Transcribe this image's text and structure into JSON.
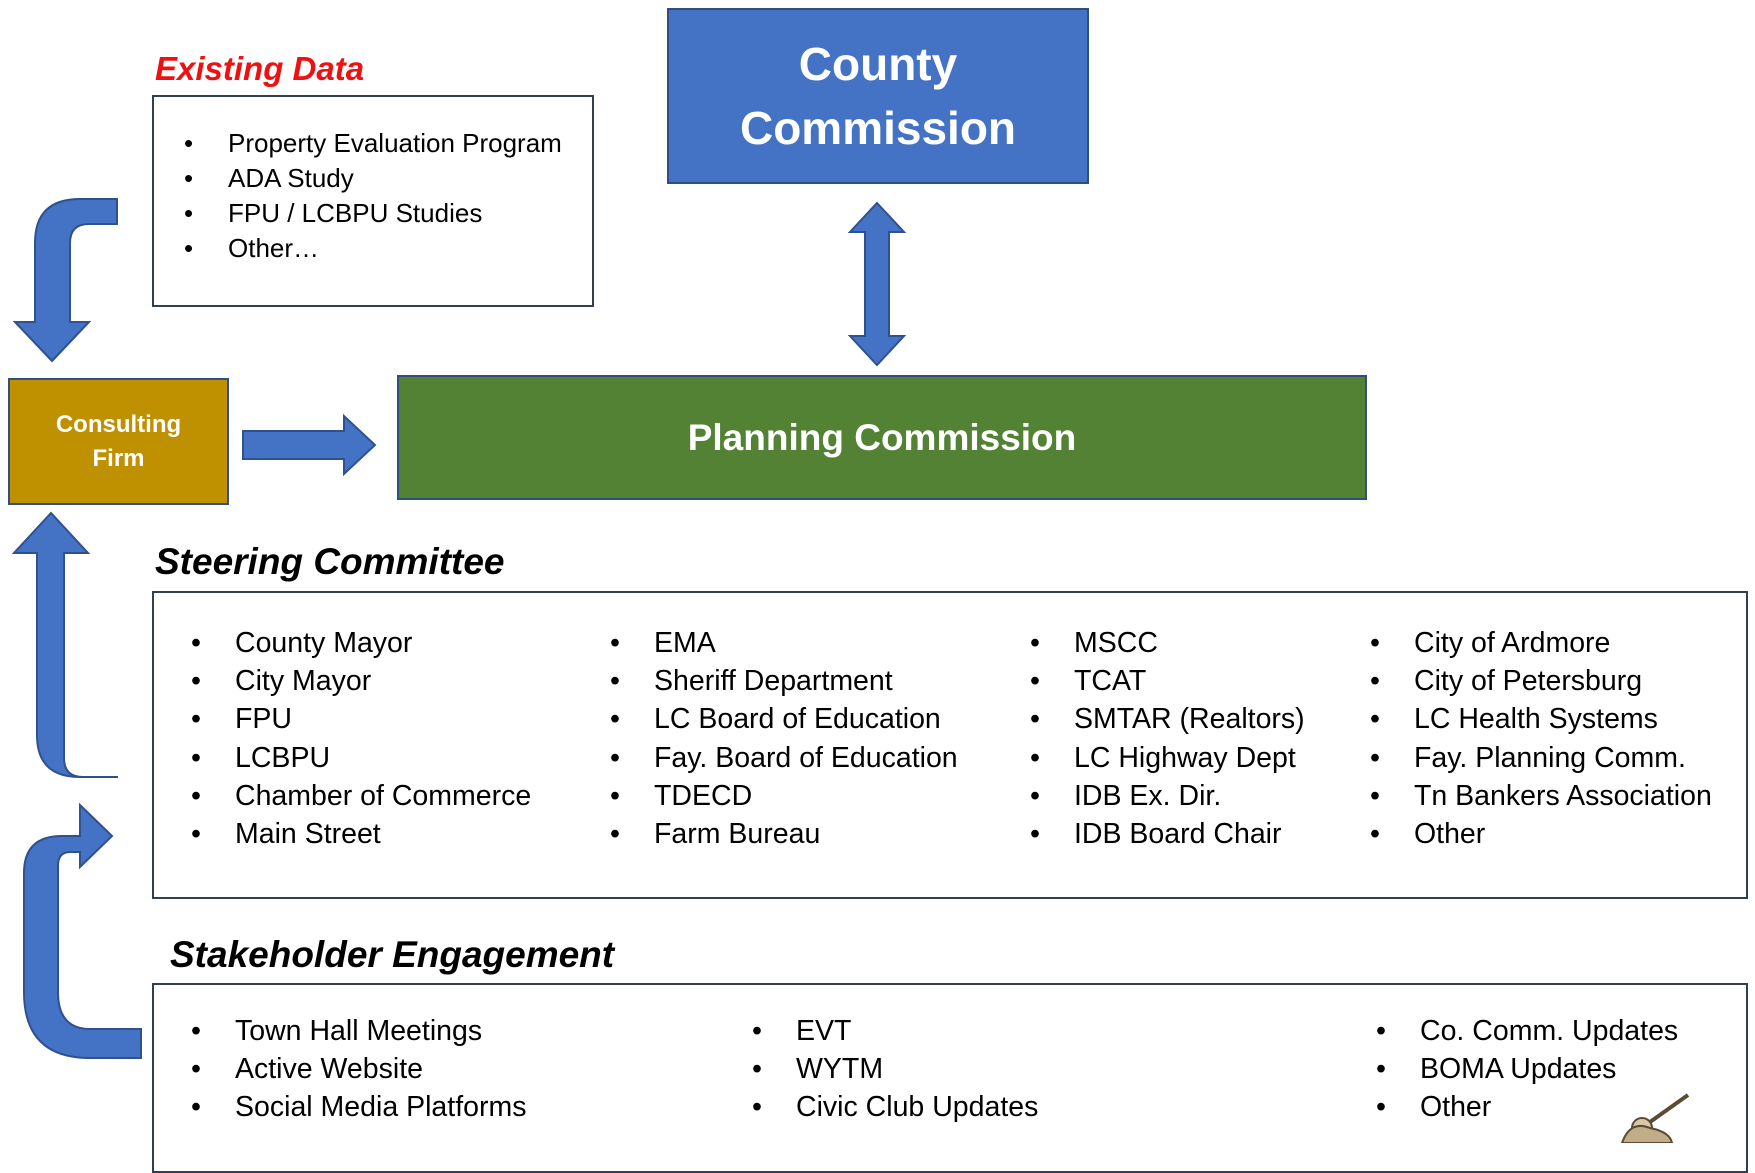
{
  "existing_data": {
    "title": "Existing Data",
    "items": [
      "Property Evaluation Program",
      "ADA Study",
      "FPU / LCBPU Studies",
      "Other…"
    ]
  },
  "county_commission": {
    "line1": "County",
    "line2": "Commission"
  },
  "planning_commission": {
    "label": "Planning Commission"
  },
  "consulting_firm": {
    "line1": "Consulting",
    "line2": "Firm"
  },
  "steering_committee": {
    "title": "Steering Committee",
    "columns": [
      [
        "County Mayor",
        "City Mayor",
        "FPU",
        "LCBPU",
        "Chamber of Commerce",
        "Main Street"
      ],
      [
        "EMA",
        "Sheriff Department",
        "LC Board of Education",
        "Fay. Board of Education",
        "TDECD",
        "Farm Bureau"
      ],
      [
        "MSCC",
        "TCAT",
        "SMTAR (Realtors)",
        "LC Highway Dept",
        "IDB Ex. Dir.",
        "IDB Board Chair"
      ],
      [
        "City of Ardmore",
        "City of Petersburg",
        "LC Health Systems",
        "Fay. Planning Comm.",
        "Tn Bankers Association",
        "Other"
      ]
    ]
  },
  "stakeholder_engagement": {
    "title": "Stakeholder Engagement",
    "columns": [
      [
        "Town Hall Meetings",
        "Active Website",
        "Social Media Platforms"
      ],
      [
        "EVT",
        "WYTM",
        "Civic Club Updates"
      ],
      [
        "Co. Comm. Updates",
        "BOMA Updates",
        "Other"
      ]
    ]
  },
  "colors": {
    "county_fill": "#4472c4",
    "planning_fill": "#548235",
    "consulting_fill": "#bf9000",
    "arrow_fill": "#4472c4",
    "existing_title": "#ee1111"
  },
  "icons": [
    "arrow-down-from-existing-data-icon",
    "double-arrow-county-planning-icon",
    "arrow-right-to-planning-icon",
    "arrow-up-to-consulting-icon",
    "arrow-stakeholder-to-steering-icon",
    "figure-illustration-icon"
  ]
}
